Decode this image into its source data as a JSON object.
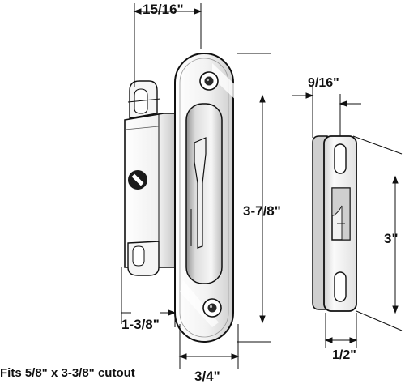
{
  "dimensions": {
    "latch_depth": "15/16\"",
    "strike_depth": "9/16\"",
    "latch_height": "3-7/8\"",
    "strike_height": "3\"",
    "latch_backset": "1-3/8\"",
    "latch_width": "3/4\"",
    "strike_width": "1/2\""
  },
  "caption": "Fits 5/8\" x 3-3/8\" cutout",
  "colors": {
    "line": "#111111",
    "metal_light": "#f4f4f4",
    "metal_mid": "#d6d6d6",
    "metal_dark": "#9a9a9a"
  }
}
